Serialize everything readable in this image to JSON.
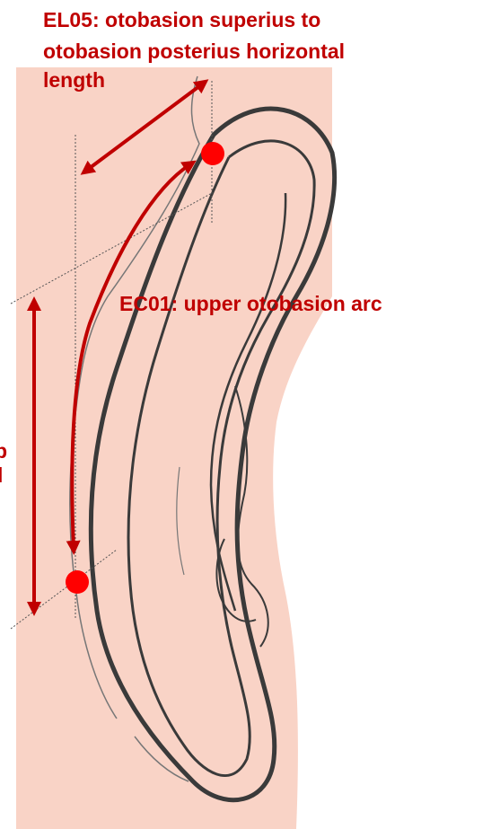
{
  "labels": {
    "el05_line1": "EL05: otobasion superius to",
    "el05_line2": "otobasion posterius horizontal",
    "el05_line3": "length",
    "ec01": "EC01: upper otobasion arc",
    "left_cut_line1": "p",
    "left_cut_line2": "l"
  },
  "colors": {
    "background": "#ffffff",
    "skin_panel": "#f9d3c6",
    "label_red": "#c00000",
    "arrow_red": "#c00000",
    "landmark_dot": "#ff0000",
    "ear_outline": "#3a3a3a",
    "guide_line": "#555555"
  }
}
